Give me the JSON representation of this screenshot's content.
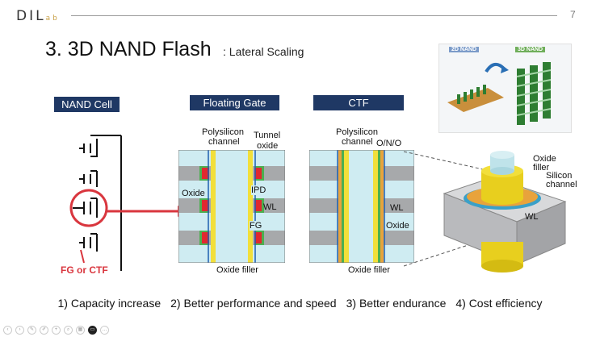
{
  "header": {
    "logo_text": "DIL",
    "logo_suffix": "ab",
    "page_number": "7"
  },
  "title": "3. 3D NAND Flash",
  "subtitle": ": Lateral Scaling",
  "sections": {
    "nand_cell": {
      "tag": "NAND Cell",
      "caption": "FG or CTF"
    },
    "floating_gate": {
      "tag": "Floating Gate",
      "labels": {
        "polysilicon": "Polysilicon",
        "channel": "channel",
        "tunnel": "Tunnel",
        "oxide_t": "oxide",
        "oxide": "Oxide",
        "ipd": "IPD",
        "wl": "WL",
        "fg": "FG",
        "oxide_filler": "Oxide filler"
      }
    },
    "ctf": {
      "tag": "CTF",
      "labels": {
        "polysilicon": "Polysilicon",
        "channel": "channel",
        "ono": "O/N/O",
        "wl": "WL",
        "oxide": "Oxide",
        "oxide_filler": "Oxide filler"
      }
    },
    "cell_3d": {
      "labels": {
        "oxide": "Oxide",
        "filler": "filler",
        "silicon": "Silicon",
        "channel": "channel",
        "wl": "WL"
      }
    },
    "inset": {
      "left": "2D NAND",
      "right": "3D NAND"
    }
  },
  "benefits": [
    "1) Capacity increase",
    "2) Better performance and speed",
    "3) Better endurance",
    "4) Cost efficiency"
  ],
  "colors": {
    "tag_bg": "#1f3864",
    "highlight_red": "#d9363e",
    "polysilicon_yellow": "#f2df3a",
    "oxide_cyan": "#cfecf2",
    "wl_gray": "#a7a9ab",
    "fg_red": "#e0282f",
    "ipd_green": "#4caf50"
  },
  "footer_icons": [
    "prev-icon",
    "next-icon",
    "pen-icon",
    "highlight-icon",
    "zoom-icon",
    "search-icon",
    "grid-icon",
    "cc-icon",
    "more-icon"
  ]
}
